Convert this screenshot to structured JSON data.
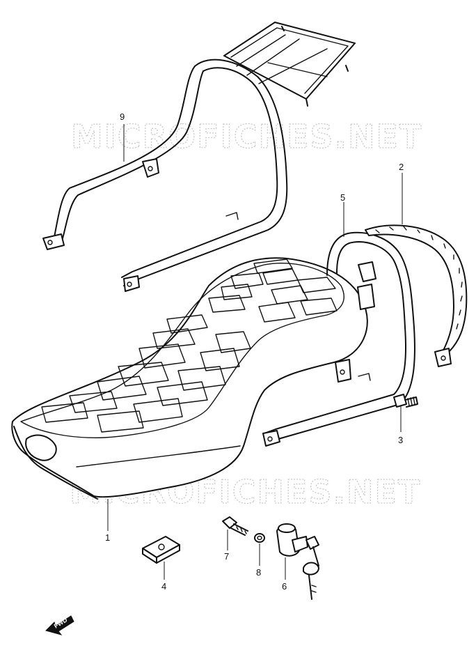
{
  "watermark": "MICROFICHES.NET",
  "direction_label": "FWD",
  "callouts": {
    "p1": "1",
    "p2": "2",
    "p3": "3",
    "p4": "4",
    "p5": "5",
    "p6": "6",
    "p7": "7",
    "p8": "8",
    "p9": "9"
  },
  "icons": {
    "direction": "fwd-arrow-icon",
    "key": "key-icon"
  }
}
